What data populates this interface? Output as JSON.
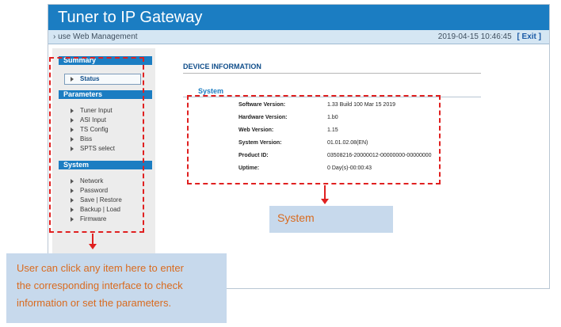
{
  "window": {
    "title": "Tuner to IP Gateway",
    "subbar_left": "› use Web Management",
    "datetime": "2019-04-15 10:46:45",
    "exit_label": "[ Exit ]"
  },
  "sidebar": {
    "sections": [
      {
        "title": "Summary",
        "items": [
          {
            "label": "Status"
          }
        ]
      },
      {
        "title": "Parameters",
        "items": [
          {
            "label": "Tuner Input"
          },
          {
            "label": "ASI Input"
          },
          {
            "label": "TS Config"
          },
          {
            "label": "Biss"
          },
          {
            "label": "SPTS select"
          }
        ]
      },
      {
        "title": "System",
        "items": [
          {
            "label": "Network"
          },
          {
            "label": "Password"
          },
          {
            "label": "Save | Restore"
          },
          {
            "label": "Backup | Load"
          },
          {
            "label": "Firmware"
          }
        ]
      }
    ]
  },
  "main": {
    "title": "DEVICE INFORMATION",
    "section_title": "System",
    "rows": [
      {
        "label": "Software Version:",
        "value": "1.33 Build 100 Mar 15 2019"
      },
      {
        "label": "Hardware Version:",
        "value": "1.b0"
      },
      {
        "label": "Web Version:",
        "value": "1.15"
      },
      {
        "label": "System Version:",
        "value": "01.01.02.08(EN)"
      },
      {
        "label": "Product ID:",
        "value": "03508216-20000012-00000000-00000000"
      },
      {
        "label": "Uptime:",
        "value": "0 Day(s)-00:00:43"
      }
    ]
  },
  "annotations": {
    "system_callout": "System",
    "left_callout_lines": [
      "User can click any item here to enter",
      "the corresponding interface to check",
      "information or set the parameters."
    ]
  },
  "colors": {
    "header_blue": "#1b7dc2",
    "annotation_red": "#e02020",
    "callout_bg": "#c7d9ec",
    "callout_text": "#d96b1f"
  }
}
